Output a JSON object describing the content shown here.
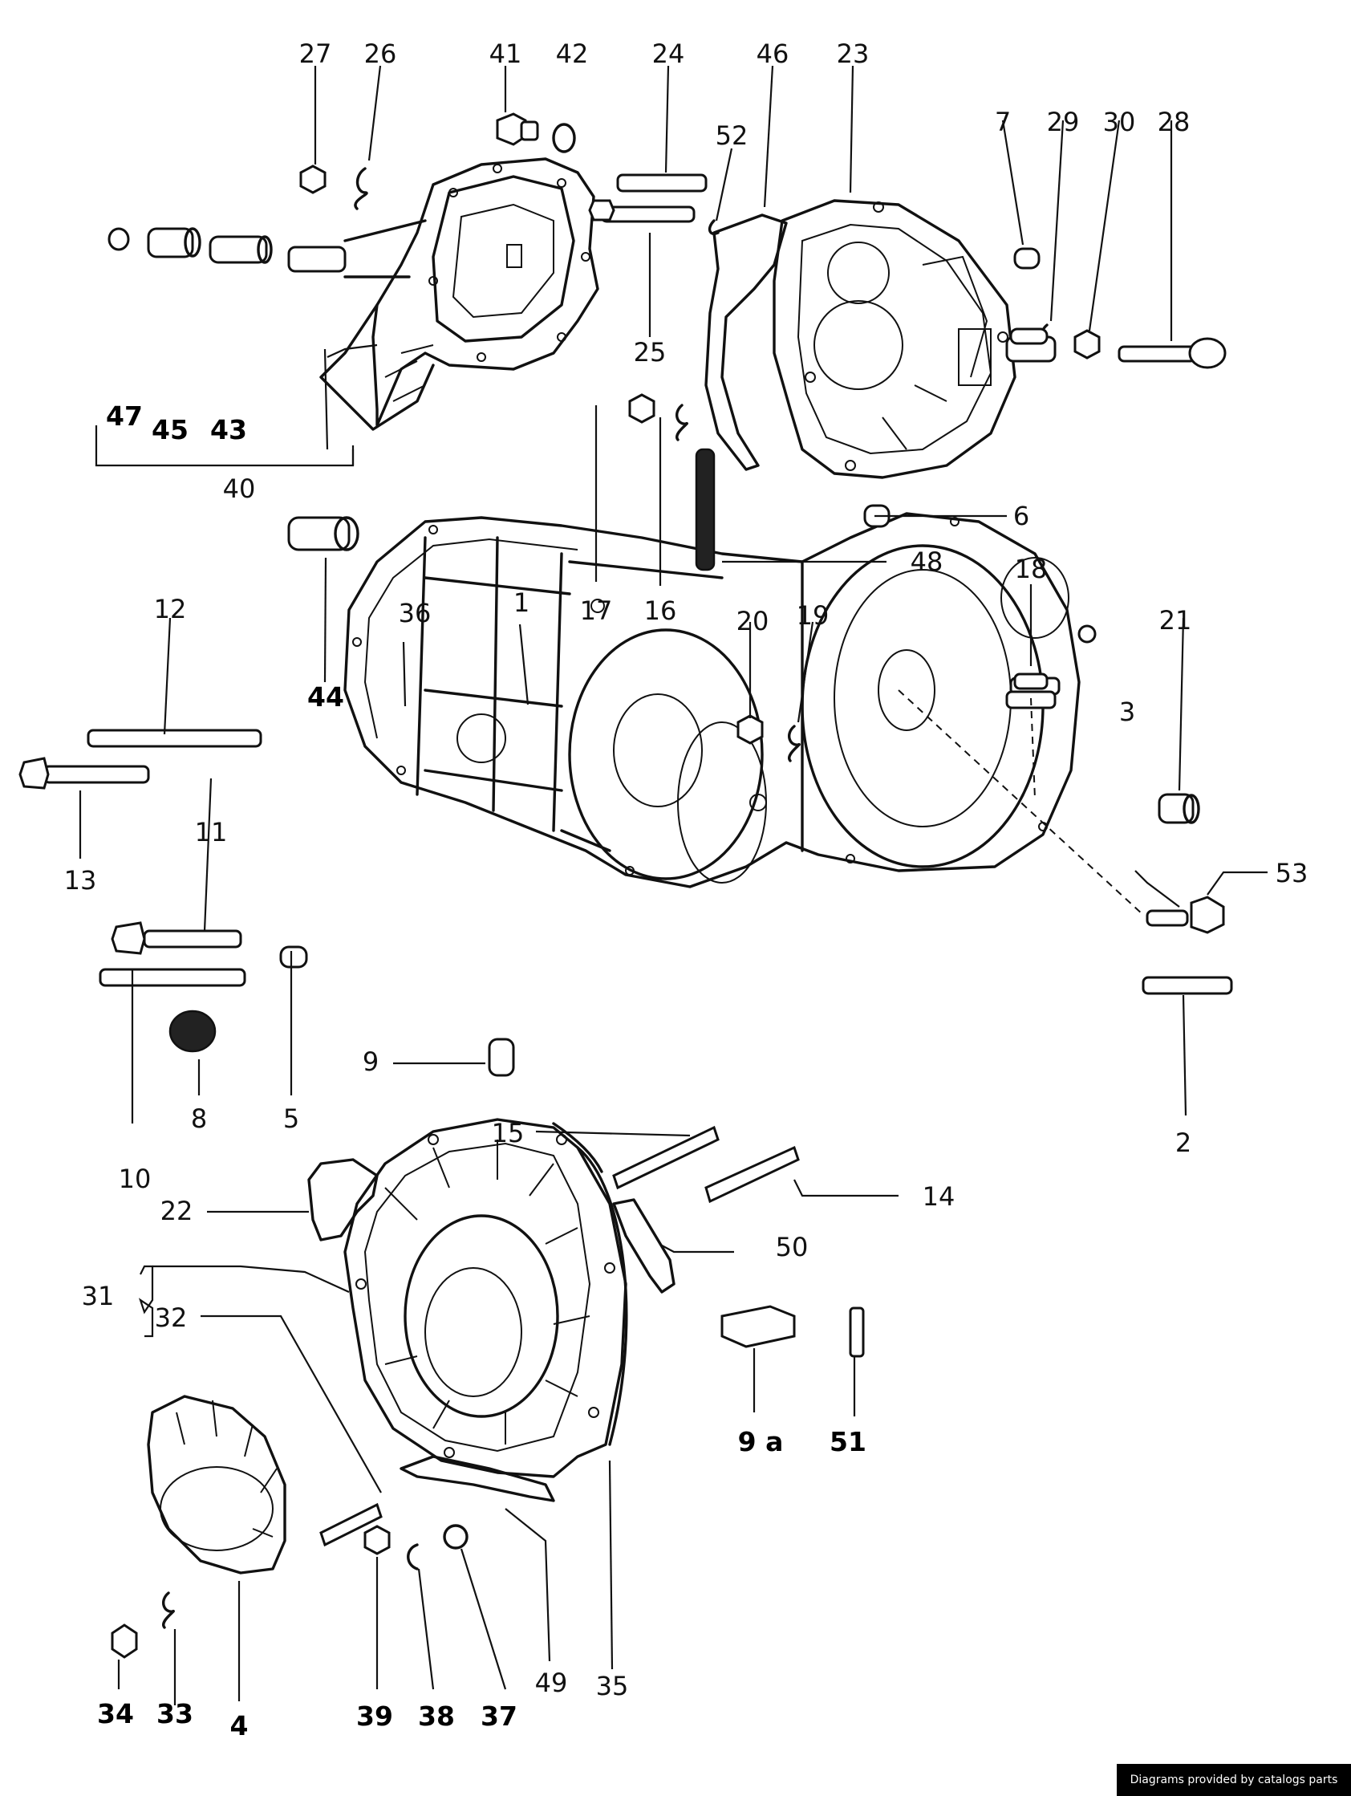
{
  "diagram": {
    "labels": [
      {
        "id": "p27",
        "text": "27"
      },
      {
        "id": "p26",
        "text": "26"
      },
      {
        "id": "p41",
        "text": "41"
      },
      {
        "id": "p42",
        "text": "42"
      },
      {
        "id": "p24",
        "text": "24"
      },
      {
        "id": "p46",
        "text": "46"
      },
      {
        "id": "p23",
        "text": "23"
      },
      {
        "id": "p52",
        "text": "52"
      },
      {
        "id": "p7",
        "text": "7"
      },
      {
        "id": "p29",
        "text": "29"
      },
      {
        "id": "p30",
        "text": "30"
      },
      {
        "id": "p28",
        "text": "28"
      },
      {
        "id": "p47",
        "text": "47"
      },
      {
        "id": "p45",
        "text": "45"
      },
      {
        "id": "p43",
        "text": "43"
      },
      {
        "id": "p25",
        "text": "25"
      },
      {
        "id": "p40",
        "text": "40"
      },
      {
        "id": "p6",
        "text": "6"
      },
      {
        "id": "p48",
        "text": "48"
      },
      {
        "id": "p17",
        "text": "17"
      },
      {
        "id": "p16",
        "text": "16"
      },
      {
        "id": "p44",
        "text": "44"
      },
      {
        "id": "p12",
        "text": "12"
      },
      {
        "id": "p36",
        "text": "36"
      },
      {
        "id": "p1",
        "text": "1"
      },
      {
        "id": "p20",
        "text": "20"
      },
      {
        "id": "p19",
        "text": "19"
      },
      {
        "id": "p18",
        "text": "18"
      },
      {
        "id": "p21",
        "text": "21"
      },
      {
        "id": "p3",
        "text": "3"
      },
      {
        "id": "p53",
        "text": "53"
      },
      {
        "id": "p13",
        "text": "13"
      },
      {
        "id": "p11",
        "text": "11"
      },
      {
        "id": "p10",
        "text": "10"
      },
      {
        "id": "p8",
        "text": "8"
      },
      {
        "id": "p5",
        "text": "5"
      },
      {
        "id": "p9",
        "text": "9"
      },
      {
        "id": "p2",
        "text": "2"
      },
      {
        "id": "p15",
        "text": "15"
      },
      {
        "id": "p14",
        "text": "14"
      },
      {
        "id": "p22",
        "text": "22"
      },
      {
        "id": "p50",
        "text": "50"
      },
      {
        "id": "p31",
        "text": "31"
      },
      {
        "id": "p32",
        "text": "32"
      },
      {
        "id": "p9a",
        "text": "9 a"
      },
      {
        "id": "p51",
        "text": "51"
      },
      {
        "id": "p4",
        "text": "4"
      },
      {
        "id": "p35",
        "text": "35"
      },
      {
        "id": "p49",
        "text": "49"
      },
      {
        "id": "p34",
        "text": "34"
      },
      {
        "id": "p33",
        "text": "33"
      },
      {
        "id": "p39",
        "text": "39"
      },
      {
        "id": "p38",
        "text": "38"
      },
      {
        "id": "p37",
        "text": "37"
      }
    ]
  },
  "credit": {
    "text": "Diagrams provided by catalogs parts"
  }
}
